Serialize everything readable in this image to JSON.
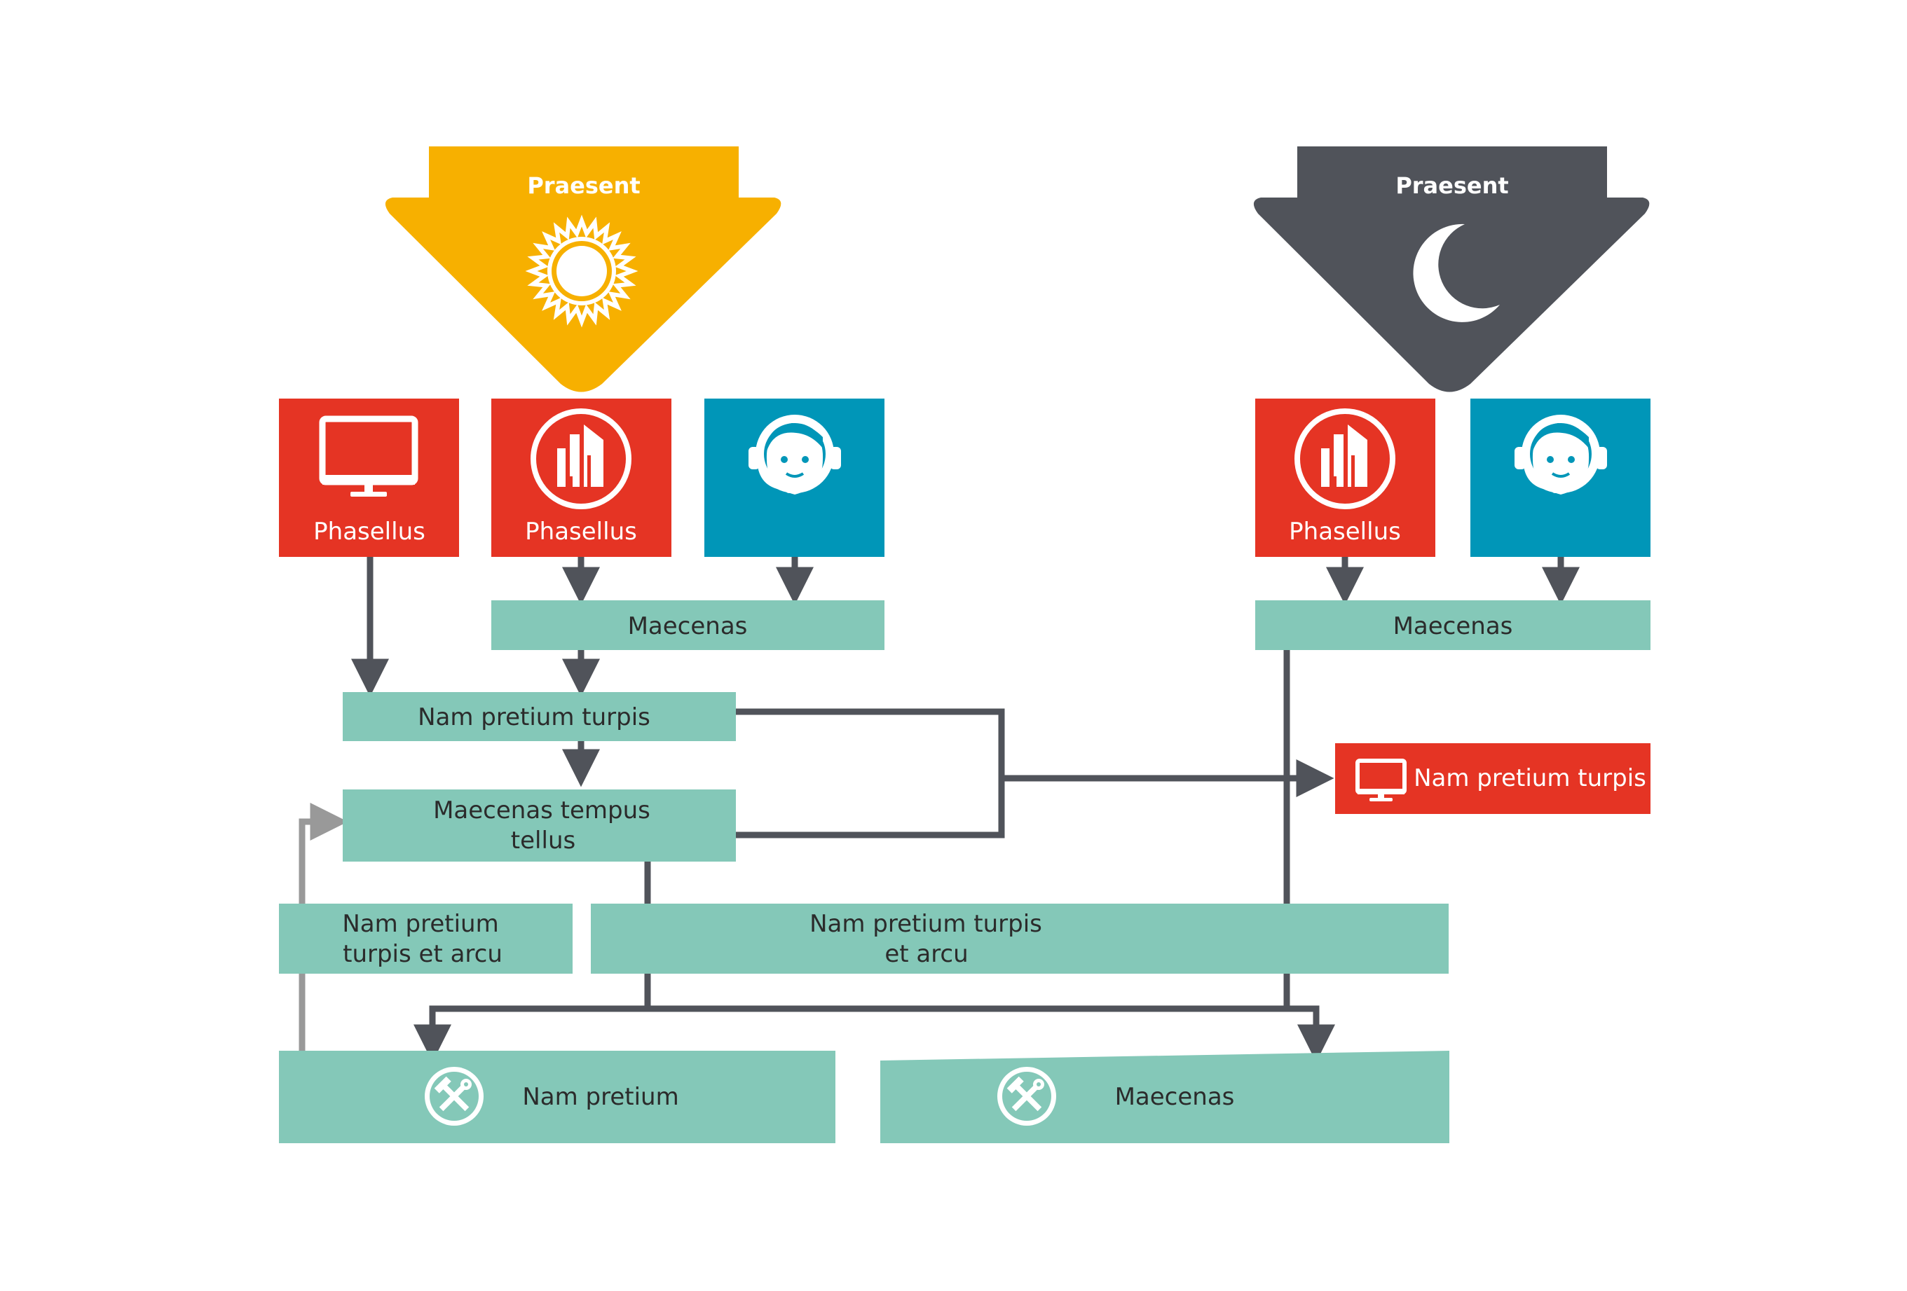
{
  "colors": {
    "yellow": "#F7B000",
    "charcoal": "#50535A",
    "red": "#E53424",
    "blue": "#0096B8",
    "teal": "#84C8B8",
    "line": "#50535A",
    "line_light": "#999999"
  },
  "day": {
    "title": "Praesent",
    "icon": "sun-icon"
  },
  "night": {
    "title": "Praesent",
    "icon": "moon-icon"
  },
  "tiles": {
    "day_monitor": {
      "label": "Phasellus",
      "icon": "monitor-icon"
    },
    "day_building": {
      "label": "Phasellus",
      "icon": "building-icon"
    },
    "day_agent": {
      "label": "",
      "icon": "headset-agent-icon"
    },
    "night_building": {
      "label": "Phasellus",
      "icon": "building-icon"
    },
    "night_agent": {
      "label": "",
      "icon": "headset-agent-icon"
    }
  },
  "boxes": {
    "day_maecenas": "Maecenas",
    "night_maecenas": "Maecenas",
    "nam_pretium_turpis": "Nam pretium turpis",
    "maecenas_tempus": [
      "Maecenas tempus",
      "tellus"
    ],
    "nam_pretium_et_arcu_left": [
      "Nam pretium",
      "turpis et arcu"
    ],
    "nam_pretium_et_arcu_wide": [
      "Nam pretium turpis",
      "et arcu"
    ],
    "red_output": {
      "label": "Nam pretium turpis",
      "icon": "monitor-icon"
    },
    "bottom_left": {
      "label": "Nam pretium",
      "icon": "tools-icon"
    },
    "bottom_right": {
      "label": "Maecenas",
      "icon": "tools-icon"
    }
  }
}
